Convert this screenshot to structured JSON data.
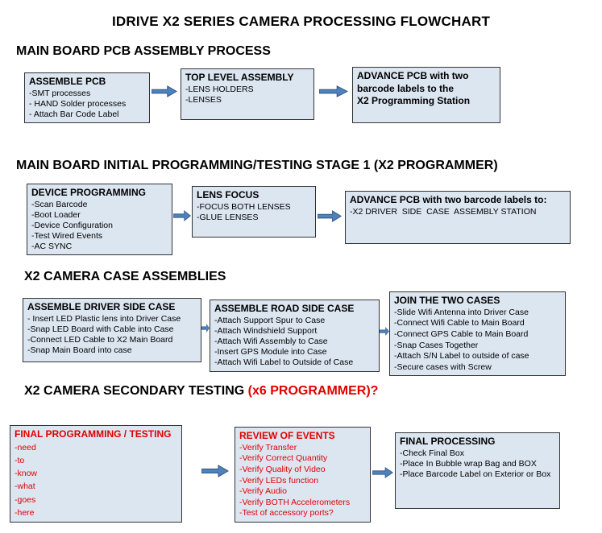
{
  "title": "IDRIVE X2  SERIES CAMERA PROCESSING FLOWCHART",
  "colors": {
    "box_fill": "#dce6f1",
    "box_border": "#333333",
    "arrow_fill": "#4f81bd",
    "arrow_edge": "#2e567f",
    "red": "#e00000",
    "text": "#000000"
  },
  "sections": [
    {
      "heading": "MAIN BOARD PCB ASSEMBLY PROCESS",
      "heading_red": "",
      "boxes": [
        {
          "title": "ASSEMBLE PCB",
          "title_color": "#000000",
          "text_color": "#000000",
          "lines": [
            "-SMT processes",
            "- HAND Solder processes",
            "- Attach Bar Code Label"
          ]
        },
        {
          "title": "TOP LEVEL ASSEMBLY",
          "title_color": "#000000",
          "text_color": "#000000",
          "lines": [
            "-LENS HOLDERS",
            "-LENSES"
          ]
        },
        {
          "title": "ADVANCE PCB with two\nbarcode labels to the\n   X2 Programming Station",
          "title_color": "#000000",
          "text_color": "#000000",
          "lines": []
        }
      ]
    },
    {
      "heading": "MAIN BOARD INITIAL PROGRAMMING/TESTING STAGE 1 (X2 PROGRAMMER)",
      "heading_red": "",
      "boxes": [
        {
          "title": "DEVICE PROGRAMMING",
          "title_color": "#000000",
          "text_color": "#000000",
          "lines": [
            "-Scan Barcode",
            "-Boot Loader",
            "-Device Configuration",
            "-Test Wired Events",
            "-AC SYNC"
          ]
        },
        {
          "title": "LENS FOCUS",
          "title_color": "#000000",
          "text_color": "#000000",
          "lines": [
            "-FOCUS BOTH LENSES",
            "-GLUE LENSES"
          ]
        },
        {
          "title": "ADVANCE PCB with two barcode labels to:",
          "title_color": "#000000",
          "text_color": "#000000",
          "lines": [
            "-X2 DRIVER  SIDE  CASE  ASSEMBLY STATION"
          ]
        }
      ]
    },
    {
      "heading": "X2 CAMERA CASE ASSEMBLIES",
      "heading_red": "",
      "boxes": [
        {
          "title": "ASSEMBLE DRIVER SIDE CASE",
          "title_color": "#000000",
          "text_color": "#000000",
          "lines": [
            "- Insert LED Plastic lens into Driver Case",
            "-Snap LED Board with Cable into Case",
            "-Connect LED Cable to X2 Main Board",
            "-Snap Main Board into case"
          ]
        },
        {
          "title": "ASSEMBLE ROAD SIDE CASE",
          "title_color": "#000000",
          "text_color": "#000000",
          "lines": [
            "-Attach Support Spur to Case",
            "-Attach Windshield Support",
            "-Attach Wifi Assembly to Case",
            "-Insert GPS Module into Case",
            "-Attach Wifi Label to Outside of Case"
          ]
        },
        {
          "title": "JOIN THE TWO CASES",
          "title_color": "#000000",
          "text_color": "#000000",
          "lines": [
            "-Slide Wifi Antenna into Driver Case",
            "-Connect Wifi Cable to Main Board",
            "-Connect GPS Cable to Main Board",
            "-Snap Cases Together",
            "-Attach S/N Label to outside of case",
            "-Secure cases with Screw"
          ]
        }
      ]
    },
    {
      "heading": "X2 CAMERA SECONDARY TESTING",
      "heading_red": "  (x6 PROGRAMMER)?",
      "boxes": [
        {
          "title": "FINAL PROGRAMMING / TESTING",
          "title_color": "#e00000",
          "text_color": "#e00000",
          "lines": [
            "-need",
            "-to",
            "-know",
            "-what",
            "-goes",
            "-here"
          ]
        },
        {
          "title": "REVIEW OF EVENTS",
          "title_color": "#e00000",
          "text_color": "#e00000",
          "lines": [
            "-Verify Transfer",
            "-Verify Correct Quantity",
            "-Verify Quality of Video",
            "-Verify LEDs function",
            "-Verify Audio",
            "-Verify BOTH Accelerometers",
            "-Test of accessory ports?"
          ]
        },
        {
          "title": "FINAL PROCESSING",
          "title_color": "#000000",
          "text_color": "#000000",
          "lines": [
            "-Check Final Box",
            "-Place In Bubble wrap Bag and BOX",
            "-Place Barcode Label on Exterior or Box"
          ]
        }
      ]
    }
  ]
}
